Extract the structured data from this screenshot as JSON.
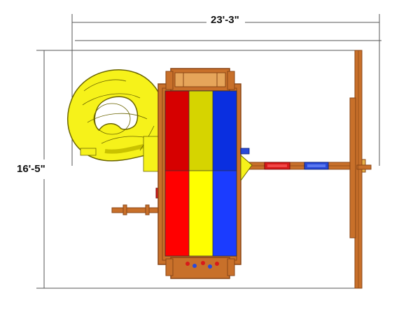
{
  "dimensions": {
    "width": "23'-3\"",
    "height": "16'-5\""
  },
  "colors": {
    "background": "#ffffff",
    "dimension_line": "#555555",
    "wood": "#c8702a",
    "wood_dark": "#8a4616",
    "roof_red": "#e00000",
    "roof_yellow": "#f2ea00",
    "roof_yellow_dim": "#d6d400",
    "roof_blue": "#0a2fe0",
    "slide": "#f6f21a",
    "slide_shadow": "#c9c200",
    "accessory_red": "#d81a1a",
    "accessory_blue": "#2a4ad8"
  },
  "components": [
    "top-dimension-line",
    "left-dimension-line",
    "tube-slide",
    "fort-tower",
    "canopy-roof",
    "swing-beam",
    "a-frame",
    "side-ladder"
  ]
}
